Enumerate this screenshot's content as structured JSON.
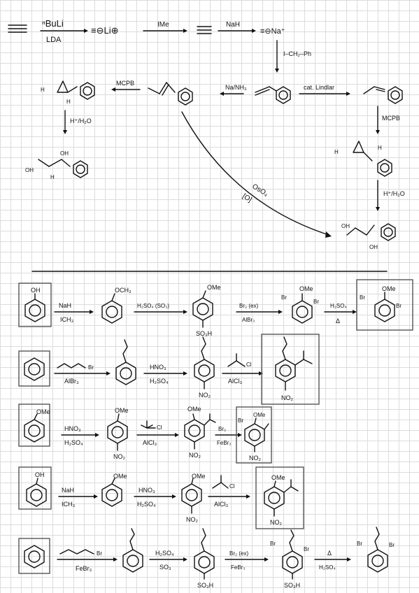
{
  "top_scheme": {
    "reagent_1_top": "ⁿBuLi",
    "reagent_1_bottom": "LDA",
    "species_1": "≡⊖Li⊕",
    "reagent_2": "IMe",
    "reagent_3": "NaH",
    "species_2": "≡⊖Na⁺",
    "reagent_4": "I–CH₂–Ph",
    "reagent_5": "Na/NH₃",
    "reagent_6": "cat. Lindlar",
    "reagent_7": "MCPB",
    "reagent_8": "MCPB",
    "reagent_9": "H⁺/H₂O",
    "reagent_10": "H⁺/H₂O",
    "reagent_11": "OsO₄",
    "reagent_12": "[O]",
    "label_oh": "OH",
    "label_h": "H"
  },
  "rows": [
    {
      "steps": [
        {
          "top": "NaH",
          "bottom": "ICH₃"
        },
        {
          "top": "H₂SO₄ (SO₃)",
          "bottom": ""
        },
        {
          "top": "Br₂ (ex)",
          "bottom": "AlBr₃"
        },
        {
          "top": "H₂SO₄",
          "bottom": "Δ"
        }
      ],
      "subs": [
        "OH",
        "OCH₃",
        "OMe",
        "SO₃H",
        "Br",
        "Br",
        "OMe",
        "Br",
        "Br",
        "OMe"
      ]
    },
    {
      "steps": [
        {
          "top": "Br",
          "bottom": "AlBr₃"
        },
        {
          "top": "HNO₃",
          "bottom": "H₂SO₄"
        },
        {
          "top": "Cl",
          "bottom": "AlCl₃"
        }
      ],
      "subs": [
        "NO₂",
        "NO₂"
      ]
    },
    {
      "steps": [
        {
          "top": "HNO₃",
          "bottom": "H₂SO₄"
        },
        {
          "top": "Cl",
          "bottom": "AlCl₃"
        },
        {
          "top": "Br₂",
          "bottom": "FeBr₃"
        }
      ],
      "subs": [
        "OMe",
        "OMe",
        "NO₂",
        "OMe",
        "NO₂",
        "Br",
        "OMe",
        "NO₂"
      ]
    },
    {
      "steps": [
        {
          "top": "NaH",
          "bottom": "ICH₃"
        },
        {
          "top": "HNO₃",
          "bottom": "H₂SO₄"
        },
        {
          "top": "Cl",
          "bottom": "AlCl₃"
        }
      ],
      "subs": [
        "OH",
        "OMe",
        "OMe",
        "NO₂",
        "OMe",
        "NO₂"
      ]
    },
    {
      "steps": [
        {
          "top": "Br",
          "bottom": "FeBr₃"
        },
        {
          "top": "H₂SO₄",
          "bottom": "SO₃"
        },
        {
          "top": "Br₂ (ex)",
          "bottom": "FeBr₃"
        },
        {
          "top": "Δ",
          "bottom": "H₂SO₄"
        }
      ],
      "subs": [
        "SO₃H",
        "Br",
        "Br",
        "SO₃H",
        "Br",
        "Br"
      ]
    }
  ]
}
